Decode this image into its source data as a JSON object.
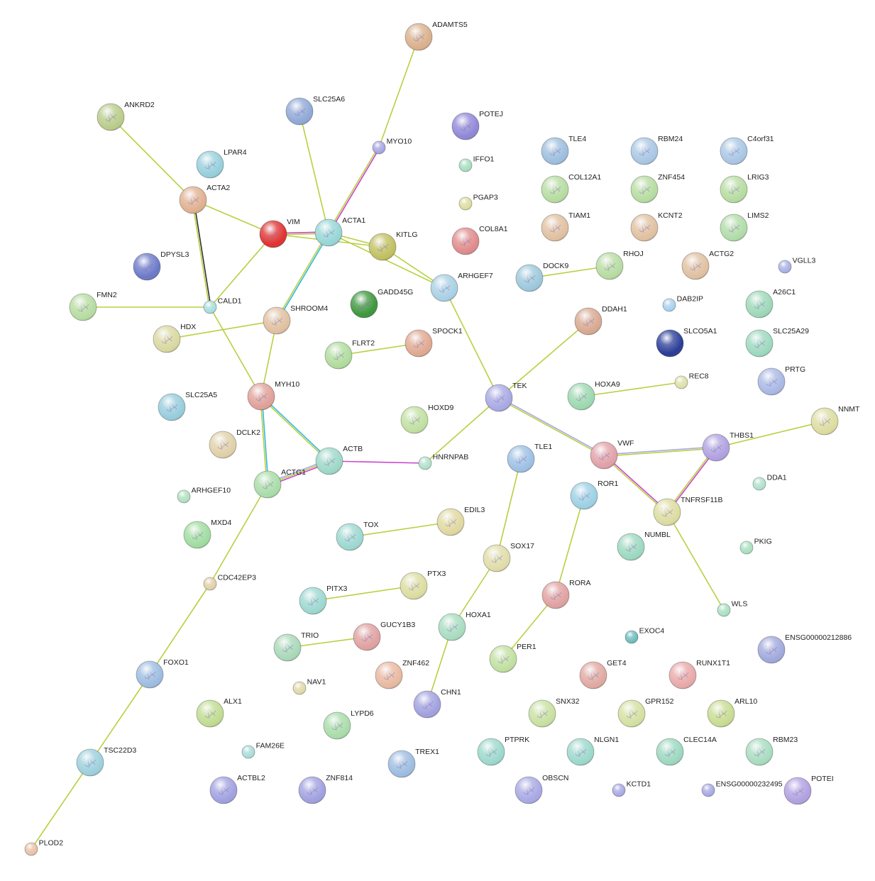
{
  "network": {
    "nodes": [
      {
        "id": "ADAMTS5",
        "label": "ADAMTS5",
        "color": "#d9b08c",
        "size": "large"
      },
      {
        "id": "ANKRD2",
        "label": "ANKRD2",
        "color": "#b9cc8a",
        "size": "large"
      },
      {
        "id": "SLC25A6",
        "label": "SLC25A6",
        "color": "#8fa8d6",
        "size": "large"
      },
      {
        "id": "POTEJ",
        "label": "POTEJ",
        "color": "#8f86d8",
        "size": "large"
      },
      {
        "id": "MYO10",
        "label": "MYO10",
        "color": "#a5a5e2",
        "size": "small"
      },
      {
        "id": "TLE4",
        "label": "TLE4",
        "color": "#9cbede",
        "size": "large"
      },
      {
        "id": "RBM24",
        "label": "RBM24",
        "color": "#a8c6e4",
        "size": "large"
      },
      {
        "id": "C4orf31",
        "label": "C4orf31",
        "color": "#a8c6e4",
        "size": "large"
      },
      {
        "id": "LPAR4",
        "label": "LPAR4",
        "color": "#96cfdc",
        "size": "large"
      },
      {
        "id": "IFFO1",
        "label": "IFFO1",
        "color": "#a8dcc0",
        "size": "small"
      },
      {
        "id": "COL12A1",
        "label": "COL12A1",
        "color": "#b6dca0",
        "size": "large"
      },
      {
        "id": "ZNF454",
        "label": "ZNF454",
        "color": "#b6dca0",
        "size": "large"
      },
      {
        "id": "LRIG3",
        "label": "LRIG3",
        "color": "#b6dca0",
        "size": "large"
      },
      {
        "id": "ACTA2",
        "label": "ACTA2",
        "color": "#e0b090",
        "size": "large"
      },
      {
        "id": "PGAP3",
        "label": "PGAP3",
        "color": "#dcdca0",
        "size": "small"
      },
      {
        "id": "TIAM1",
        "label": "TIAM1",
        "color": "#e0c0a0",
        "size": "large"
      },
      {
        "id": "KCNT2",
        "label": "KCNT2",
        "color": "#e0c0a0",
        "size": "large"
      },
      {
        "id": "LIMS2",
        "label": "LIMS2",
        "color": "#b0dca8",
        "size": "large"
      },
      {
        "id": "VIM",
        "label": "VIM",
        "color": "#e03030",
        "size": "large"
      },
      {
        "id": "ACTA1",
        "label": "ACTA1",
        "color": "#96d6d6",
        "size": "large"
      },
      {
        "id": "KITLG",
        "label": "KITLG",
        "color": "#c0c060",
        "size": "large"
      },
      {
        "id": "COL8A1",
        "label": "COL8A1",
        "color": "#e08a8a",
        "size": "large"
      },
      {
        "id": "DPYSL3",
        "label": "DPYSL3",
        "color": "#6a78c8",
        "size": "large"
      },
      {
        "id": "DOCK9",
        "label": "DOCK9",
        "color": "#9cc8dc",
        "size": "large"
      },
      {
        "id": "RHOJ",
        "label": "RHOJ",
        "color": "#b6dca0",
        "size": "large"
      },
      {
        "id": "ACTG2",
        "label": "ACTG2",
        "color": "#e0c0a0",
        "size": "large"
      },
      {
        "id": "VGLL3",
        "label": "VGLL3",
        "color": "#a8b0e4",
        "size": "small"
      },
      {
        "id": "ARHGEF7",
        "label": "ARHGEF7",
        "color": "#a8d0e4",
        "size": "large"
      },
      {
        "id": "FMN2",
        "label": "FMN2",
        "color": "#b6dca0",
        "size": "large"
      },
      {
        "id": "CALD1",
        "label": "CALD1",
        "color": "#a8dcdc",
        "size": "small"
      },
      {
        "id": "GADD45G",
        "label": "GADD45G",
        "color": "#3c963c",
        "size": "large"
      },
      {
        "id": "DAB2IP",
        "label": "DAB2IP",
        "color": "#a8d0ee",
        "size": "small"
      },
      {
        "id": "A26C1",
        "label": "A26C1",
        "color": "#9cd8b8",
        "size": "large"
      },
      {
        "id": "SHROOM4",
        "label": "SHROOM4",
        "color": "#e0c0a0",
        "size": "large"
      },
      {
        "id": "DDAH1",
        "label": "DDAH1",
        "color": "#d8a890",
        "size": "large"
      },
      {
        "id": "HDX",
        "label": "HDX",
        "color": "#d8d8a0",
        "size": "large"
      },
      {
        "id": "SPOCK1",
        "label": "SPOCK1",
        "color": "#e0a890",
        "size": "large"
      },
      {
        "id": "SLCO5A1",
        "label": "SLCO5A1",
        "color": "#283c96",
        "size": "large"
      },
      {
        "id": "SLC25A29",
        "label": "SLC25A29",
        "color": "#9cd8c0",
        "size": "large"
      },
      {
        "id": "FLRT2",
        "label": "FLRT2",
        "color": "#b0dc9c",
        "size": "large"
      },
      {
        "id": "REC8",
        "label": "REC8",
        "color": "#dce0a8",
        "size": "small"
      },
      {
        "id": "PRTG",
        "label": "PRTG",
        "color": "#a8b8e4",
        "size": "large"
      },
      {
        "id": "TEK",
        "label": "TEK",
        "color": "#a8a8e4",
        "size": "large"
      },
      {
        "id": "HOXA9",
        "label": "HOXA9",
        "color": "#9cd8b0",
        "size": "large"
      },
      {
        "id": "MYH10",
        "label": "MYH10",
        "color": "#e0a098",
        "size": "large"
      },
      {
        "id": "SLC25A5",
        "label": "SLC25A5",
        "color": "#96ccdc",
        "size": "large"
      },
      {
        "id": "HOXD9",
        "label": "HOXD9",
        "color": "#c0e0a0",
        "size": "large"
      },
      {
        "id": "NNMT",
        "label": "NNMT",
        "color": "#dcdca0",
        "size": "large"
      },
      {
        "id": "DCLK2",
        "label": "DCLK2",
        "color": "#e0d0a8",
        "size": "large"
      },
      {
        "id": "THBS1",
        "label": "THBS1",
        "color": "#b0a0e0",
        "size": "large"
      },
      {
        "id": "VWF",
        "label": "VWF",
        "color": "#e0a0a8",
        "size": "large"
      },
      {
        "id": "ACTB",
        "label": "ACTB",
        "color": "#9cd8c8",
        "size": "large"
      },
      {
        "id": "HNRNPAB",
        "label": "HNRNPAB",
        "color": "#b0e0cc",
        "size": "small"
      },
      {
        "id": "TLE1",
        "label": "TLE1",
        "color": "#9cc0e4",
        "size": "large"
      },
      {
        "id": "ACTG1",
        "label": "ACTG1",
        "color": "#a8dca8",
        "size": "large"
      },
      {
        "id": "DDA1",
        "label": "DDA1",
        "color": "#b0e0cc",
        "size": "small"
      },
      {
        "id": "ARHGEF10",
        "label": "ARHGEF10",
        "color": "#b0e0c0",
        "size": "small"
      },
      {
        "id": "ROR1",
        "label": "ROR1",
        "color": "#9cd0e4",
        "size": "large"
      },
      {
        "id": "TNFRSF11B",
        "label": "TNFRSF11B",
        "color": "#dcdca0",
        "size": "large"
      },
      {
        "id": "NUMBL",
        "label": "NUMBL",
        "color": "#9cd8c0",
        "size": "large"
      },
      {
        "id": "MXD4",
        "label": "MXD4",
        "color": "#a0dca0",
        "size": "large"
      },
      {
        "id": "EDIL3",
        "label": "EDIL3",
        "color": "#e0d8a0",
        "size": "large"
      },
      {
        "id": "TOX",
        "label": "TOX",
        "color": "#9cd8d0",
        "size": "large"
      },
      {
        "id": "PKIG",
        "label": "PKIG",
        "color": "#a8e0c0",
        "size": "small"
      },
      {
        "id": "SOX17",
        "label": "SOX17",
        "color": "#e0dca8",
        "size": "large"
      },
      {
        "id": "CDC42EP3",
        "label": "CDC42EP3",
        "color": "#e0d0a8",
        "size": "small"
      },
      {
        "id": "PTX3",
        "label": "PTX3",
        "color": "#dcdca0",
        "size": "large"
      },
      {
        "id": "PITX3",
        "label": "PITX3",
        "color": "#9cd8d0",
        "size": "large"
      },
      {
        "id": "RORA",
        "label": "RORA",
        "color": "#e0a0a0",
        "size": "large"
      },
      {
        "id": "WLS",
        "label": "WLS",
        "color": "#a8e0c0",
        "size": "small"
      },
      {
        "id": "HOXA1",
        "label": "HOXA1",
        "color": "#a8dcc0",
        "size": "large"
      },
      {
        "id": "GUCY1B3",
        "label": "GUCY1B3",
        "color": "#e0a0a0",
        "size": "large"
      },
      {
        "id": "TRIO",
        "label": "TRIO",
        "color": "#a8d8b8",
        "size": "large"
      },
      {
        "id": "EXOC4",
        "label": "EXOC4",
        "color": "#6cbcbc",
        "size": "small"
      },
      {
        "id": "ENSG00000212886",
        "label": "ENSG00000212886",
        "color": "#a0a8dc",
        "size": "large"
      },
      {
        "id": "PER1",
        "label": "PER1",
        "color": "#c0e0a0",
        "size": "large"
      },
      {
        "id": "FOXO1",
        "label": "FOXO1",
        "color": "#9cbce0",
        "size": "large"
      },
      {
        "id": "ZNF462",
        "label": "ZNF462",
        "color": "#e8b8a0",
        "size": "large"
      },
      {
        "id": "GET4",
        "label": "GET4",
        "color": "#e0a8a0",
        "size": "large"
      },
      {
        "id": "RUNX1T1",
        "label": "RUNX1T1",
        "color": "#e8a8a8",
        "size": "large"
      },
      {
        "id": "NAV1",
        "label": "NAV1",
        "color": "#e0d8a8",
        "size": "small"
      },
      {
        "id": "CHN1",
        "label": "CHN1",
        "color": "#a0a0e0",
        "size": "large"
      },
      {
        "id": "ALX1",
        "label": "ALX1",
        "color": "#c0dc90",
        "size": "large"
      },
      {
        "id": "SNX32",
        "label": "SNX32",
        "color": "#c8e0a0",
        "size": "large"
      },
      {
        "id": "GPR152",
        "label": "GPR152",
        "color": "#d4e0a0",
        "size": "large"
      },
      {
        "id": "ARL10",
        "label": "ARL10",
        "color": "#c8dc90",
        "size": "large"
      },
      {
        "id": "LYPD6",
        "label": "LYPD6",
        "color": "#a8dca8",
        "size": "large"
      },
      {
        "id": "FAM26E",
        "label": "FAM26E",
        "color": "#a8dcd8",
        "size": "small"
      },
      {
        "id": "TREX1",
        "label": "TREX1",
        "color": "#9cbce0",
        "size": "large"
      },
      {
        "id": "PTPRK",
        "label": "PTPRK",
        "color": "#9cd8cc",
        "size": "large"
      },
      {
        "id": "NLGN1",
        "label": "NLGN1",
        "color": "#9cd8cc",
        "size": "large"
      },
      {
        "id": "CLEC14A",
        "label": "CLEC14A",
        "color": "#9cd8c0",
        "size": "large"
      },
      {
        "id": "RBM23",
        "label": "RBM23",
        "color": "#a8dcc0",
        "size": "large"
      },
      {
        "id": "TSC22D3",
        "label": "TSC22D3",
        "color": "#9cd0dc",
        "size": "large"
      },
      {
        "id": "ACTBL2",
        "label": "ACTBL2",
        "color": "#a0a0e0",
        "size": "large"
      },
      {
        "id": "ZNF814",
        "label": "ZNF814",
        "color": "#a0a0e0",
        "size": "large"
      },
      {
        "id": "OBSCN",
        "label": "OBSCN",
        "color": "#a8a8e4",
        "size": "large"
      },
      {
        "id": "KCTD1",
        "label": "KCTD1",
        "color": "#a8a8e4",
        "size": "small"
      },
      {
        "id": "ENSG00000232495",
        "label": "ENSG00000232495",
        "color": "#a8a8e4",
        "size": "small"
      },
      {
        "id": "POTEI",
        "label": "POTEI",
        "color": "#b0a0e0",
        "size": "large"
      },
      {
        "id": "PLOD2",
        "label": "PLOD2",
        "color": "#e8c0a8",
        "size": "small"
      }
    ],
    "edges": [
      {
        "source": "ADAMTS5",
        "target": "MYO10",
        "colors": [
          "#b8d040"
        ]
      },
      {
        "source": "ANKRD2",
        "target": "ACTA2",
        "colors": [
          "#b8d040"
        ]
      },
      {
        "source": "SLC25A6",
        "target": "ACTA1",
        "colors": [
          "#b8d040"
        ]
      },
      {
        "source": "MYO10",
        "target": "ACTA1",
        "colors": [
          "#cc44cc",
          "#b8d040"
        ]
      },
      {
        "source": "ACTA2",
        "target": "VIM",
        "colors": [
          "#b8d040"
        ]
      },
      {
        "source": "ACTA2",
        "target": "CALD1",
        "colors": [
          "#303030",
          "#b8d040"
        ]
      },
      {
        "source": "VIM",
        "target": "ACTA1",
        "colors": [
          "#cc44cc",
          "#b8d040"
        ]
      },
      {
        "source": "VIM",
        "target": "KITLG",
        "colors": [
          "#b8d040"
        ]
      },
      {
        "source": "VIM",
        "target": "CALD1",
        "colors": [
          "#b8d040"
        ]
      },
      {
        "source": "ACTA1",
        "target": "KITLG",
        "colors": [
          "#b8d040"
        ]
      },
      {
        "source": "ACTA1",
        "target": "ARHGEF7",
        "colors": [
          "#b8d040"
        ]
      },
      {
        "source": "ACTA1",
        "target": "SHROOM4",
        "colors": [
          "#30b8e0",
          "#b8d040"
        ]
      },
      {
        "source": "KITLG",
        "target": "ARHGEF7",
        "colors": [
          "#b8d040"
        ]
      },
      {
        "source": "FMN2",
        "target": "CALD1",
        "colors": [
          "#b8d040"
        ]
      },
      {
        "source": "CALD1",
        "target": "MYH10",
        "colors": [
          "#b8d040"
        ]
      },
      {
        "source": "SHROOM4",
        "target": "HDX",
        "colors": [
          "#b8d040"
        ]
      },
      {
        "source": "SHROOM4",
        "target": "MYH10",
        "colors": [
          "#b8d040"
        ]
      },
      {
        "source": "ARHGEF7",
        "target": "TEK",
        "colors": [
          "#b8d040"
        ]
      },
      {
        "source": "DOCK9",
        "target": "RHOJ",
        "colors": [
          "#b8d040"
        ]
      },
      {
        "source": "DDAH1",
        "target": "TEK",
        "colors": [
          "#b8d040"
        ]
      },
      {
        "source": "FLRT2",
        "target": "SPOCK1",
        "colors": [
          "#b8d040"
        ]
      },
      {
        "source": "HOXA9",
        "target": "REC8",
        "colors": [
          "#b8d040"
        ]
      },
      {
        "source": "MYH10",
        "target": "ACTB",
        "colors": [
          "#30b8e0",
          "#b8d040"
        ]
      },
      {
        "source": "MYH10",
        "target": "ACTG1",
        "colors": [
          "#30b8e0",
          "#b8d040"
        ]
      },
      {
        "source": "TEK",
        "target": "HNRNPAB",
        "colors": [
          "#b8d040"
        ]
      },
      {
        "source": "TEK",
        "target": "VWF",
        "colors": [
          "#a8a8e4",
          "#b8d040"
        ]
      },
      {
        "source": "ACTB",
        "target": "HNRNPAB",
        "colors": [
          "#cc44cc"
        ]
      },
      {
        "source": "ACTB",
        "target": "ACTG1",
        "colors": [
          "#cc44cc",
          "#b8d040",
          "#a8a8e4"
        ]
      },
      {
        "source": "VWF",
        "target": "THBS1",
        "colors": [
          "#a8a8e4",
          "#b8d040"
        ]
      },
      {
        "source": "VWF",
        "target": "TNFRSF11B",
        "colors": [
          "#cc44cc",
          "#b8d040"
        ]
      },
      {
        "source": "THBS1",
        "target": "NNMT",
        "colors": [
          "#b8d040"
        ]
      },
      {
        "source": "THBS1",
        "target": "TNFRSF11B",
        "colors": [
          "#cc44cc",
          "#b8d040"
        ]
      },
      {
        "source": "TNFRSF11B",
        "target": "WLS",
        "colors": [
          "#b8d040"
        ]
      },
      {
        "source": "ACTG1",
        "target": "CDC42EP3",
        "colors": [
          "#b8d040"
        ]
      },
      {
        "source": "CDC42EP3",
        "target": "FOXO1",
        "colors": [
          "#b8d040"
        ]
      },
      {
        "source": "FOXO1",
        "target": "TSC22D3",
        "colors": [
          "#b8d040"
        ]
      },
      {
        "source": "TSC22D3",
        "target": "PLOD2",
        "colors": [
          "#b8d040"
        ]
      },
      {
        "source": "TLE1",
        "target": "SOX17",
        "colors": [
          "#b8d040"
        ]
      },
      {
        "source": "SOX17",
        "target": "HOXA1",
        "colors": [
          "#b8d040"
        ]
      },
      {
        "source": "HOXA1",
        "target": "CHN1",
        "colors": [
          "#b8d040"
        ]
      },
      {
        "source": "ROR1",
        "target": "RORA",
        "colors": [
          "#b8d040"
        ]
      },
      {
        "source": "RORA",
        "target": "PER1",
        "colors": [
          "#b8d040"
        ]
      },
      {
        "source": "TOX",
        "target": "EDIL3",
        "colors": [
          "#b8d040"
        ]
      },
      {
        "source": "PITX3",
        "target": "PTX3",
        "colors": [
          "#b8d040"
        ]
      },
      {
        "source": "TRIO",
        "target": "GUCY1B3",
        "colors": [
          "#b8d040"
        ]
      }
    ]
  }
}
